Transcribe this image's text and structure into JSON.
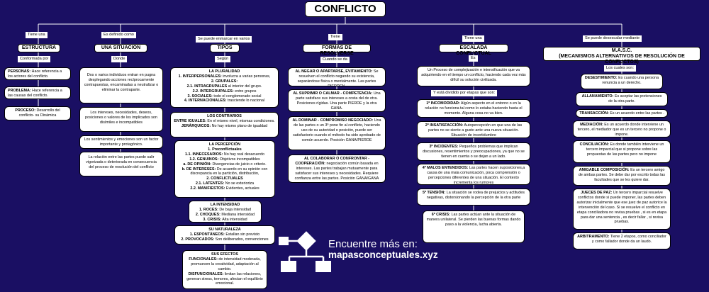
{
  "title": "CONFLICTO",
  "watermark": {
    "line1": "Encuentre más en:",
    "line2": "mapasconceptuales.xyz"
  },
  "estructura": {
    "link": "Tiene una",
    "head": "ESTRUCTURA",
    "sublink": "Conformada por",
    "items": [
      {
        "term": "PERSONAS:",
        "text": " Hace referencia a los actores del conflicto."
      },
      {
        "term": "PROBLEMA:",
        "text": " Hace referencia a las causas del conflicto."
      },
      {
        "term": "PROCESO:",
        "text": " Desarrollo del conflicto- su Dinámica"
      }
    ]
  },
  "situacion": {
    "link": "Es definido como",
    "head": "UNA SITUACION",
    "sublink": "Donde",
    "items": [
      "Dos o varios individuos entran en pugna desplegando acciones recíprocamente contrapuestas, encaminadas a neutralizar o eliminar la contraparte.",
      "Los intereses, necesidades, deseos, posiciones o valores de los implicados son disímiles e incompatibles",
      "Los sentimientos y emociones son un factor importante y protagónico.",
      "La relación entre las partes puede salir vigorizada o deteriorada en consecuencia del proceso de resolución del conflicto"
    ]
  },
  "tipos": {
    "link": "Se puede enmarcar en varios",
    "head": "TIPOS",
    "sublink": "Según",
    "pluralidad": {
      "title": "LA PLURALIDAD",
      "lines": [
        {
          "term": "1. INTERPERSONALES:",
          "text": " involucra a varias personas,"
        },
        {
          "term": "2. GRUPALES:",
          "text": ""
        },
        {
          "term": "2.1. INTRAGRUPALES",
          "text": " al interior del grupo."
        },
        {
          "term": "2.2. INTERGRUPALES:",
          "text": " entre grupos"
        },
        {
          "term": "3. SOCIALES:",
          "text": " todo el conglomerado social"
        },
        {
          "term": "4. INTERNACIONALES:",
          "text": " trasciende lo nacional"
        }
      ]
    },
    "contrarios": {
      "title": "LOS CONTRARIOS",
      "lines": [
        {
          "term": "ENTRE IGUALES:",
          "text": " En el mismo nivel, mismas condiciones."
        },
        {
          "term": "JERÁRQUICOS:",
          "text": " No hay mismo plano de igualdad"
        }
      ]
    },
    "percepcion": {
      "title": "LA PERCEPCIÓN",
      "lines": [
        {
          "term": "1. Preconflictuales",
          "text": ""
        },
        {
          "term": "1.1. INNECESARIOS:",
          "text": " No hay real desacuerdo"
        },
        {
          "term": "1.2. GENUINOS:",
          "text": " Objetivos incompatibles"
        },
        {
          "term": "a. DE OPINIÓN:",
          "text": " Divergencias de juicio o criterio."
        },
        {
          "term": "b. DE INTERESES:",
          "text": " De acuerdo en su opinión con discrepancia en la partición, distribución,"
        },
        {
          "term": "2. CONFLICTUALES",
          "text": ""
        },
        {
          "term": "2.1. LATENTES:",
          "text": " No se exterioriza"
        },
        {
          "term": "2.2. MANIFIESTOS:",
          "text": " Evidentes, actuales"
        }
      ]
    },
    "intensidad": {
      "title": "LA INTENSIDAD",
      "lines": [
        {
          "term": "1. ROCES:",
          "text": " De baja intensidad"
        },
        {
          "term": "2. CHOQUES:",
          "text": " Mediana intensidad"
        },
        {
          "term": "3. CRISIS:",
          "text": " Alta intensidad"
        }
      ]
    },
    "naturaleza": {
      "title": "SU NATURALEZA",
      "lines": [
        {
          "term": "1. ESPONTÁNEOS:",
          "text": " Estallan sin previsto"
        },
        {
          "term": "2. PROVOCADOS:",
          "text": " Son deliberados, convenciones"
        }
      ]
    },
    "efectos": {
      "title": "SUS EFECTOS",
      "lines": [
        {
          "term": "FUNCIONALES:",
          "text": " de intensidad moderada, promueven la creatividad, adaptación al cambio."
        },
        {
          "term": "DISFUNCIONALES:",
          "text": " limitan las relaciones, generan stress, temores, afectan el equilibrio emocional."
        }
      ]
    }
  },
  "formas": {
    "link": "Tiene",
    "head": "FORMAS DE RESOLVERSE",
    "sublink": "Cuando se da",
    "items": [
      {
        "term": "AL NEGAR O APARTARSE, EVITAMIENTO:",
        "text": " Se resuelven el conflicto negando su existencia, separándose física o mentalmente. Las partes PIERDEN."
      },
      {
        "term": "AL SUPRIMIR O CALMAR - COMPETENCIA:",
        "text": " Una parte satisface sus intereses a costa del de otra. Posiciones rígidas. Una parte PIERDE y la otra GANA."
      },
      {
        "term": "AL DOMINAR - COMPROMISO NEGOCIADO:",
        "text": " Una de las partes o un 3º pone fin al conflicto, haciendo uso de su autoridad o posición, puede ser satisfactorio cuando el método ha sido aprobado de común acuerdo. Posición GANA/PIERDE"
      },
      {
        "term": "AL COLABORAR O CONFRONTAR - COOPERACIÓN:",
        "text": " negociación común basada en intereses. Las partes trabajan mutuamente para satisfacer sus intereses y necesidades. Requiere confianza entre las partes. Posición GANA/GANA"
      }
    ]
  },
  "escalada": {
    "link": "Tiene una",
    "head": "ESCALADA CONFLICTUAL",
    "sublink": "Es",
    "intro": "Un Proceso de complejización e intensificación que va adquiriendo en el tiempo un conflicto, haciendo cada vez más difícil su solución civilizada.",
    "sublink2": "Y está dividido por etapas que son:",
    "items": [
      {
        "term": "1º INCOMODIDAD:",
        "text": " Algún aspecto en el entorno o en la relación no funciona tal como lo estaba haciendo hasta el momento. Alguna cosa no va bien."
      },
      {
        "term": "2º INSATISFACCIÓN:",
        "text": " Autopercepción en que una de las partes no se siente a gusto ante una nueva situación. Situación de incertidumbre"
      },
      {
        "term": "3º INCIDENTES:",
        "text": " Pequeños problemas que implican discusiones, resentimientos y preocupaciones, ya que no se tienen en cuenta o se dejan a un lado."
      },
      {
        "term": "4º MALOS ENTENDIDOS:",
        "text": " Las partes hacen suposiciones,a causa de una mala comunicación, poca comprensión o percepciones diferentes de una situación. El contexto incrementa los rumores"
      },
      {
        "term": "5º TENSIÓN:",
        "text": " La situación se rodea de prejuicios y actitudes negativas, distorsionando la percepción de la otra parte"
      },
      {
        "term": "6º CRISIS:",
        "text": " Las partes actúan ante la situación de manera unilateral. Se pierden las buenas formas dando paso a la violencia, lucha abierta."
      }
    ]
  },
  "masc": {
    "link": "Se puede desescalar mediante",
    "head_line1": "M.A.S.C.",
    "head_line2": "(MECANISMOS ALTERNATIVOS DE RESOLUCIÓN DE CONFLICTOS)",
    "sublink": "Los cuales son:",
    "items": [
      {
        "term": "DESESTIMIENTO:",
        "text": " Es cuando una persona renuncia a un derecho."
      },
      {
        "term": "ALLANAMIENTO:",
        "text": " Es aceptar las pretensiones de la otra parte."
      },
      {
        "term": "TRANSACCIÓN:",
        "text": " Es un acuerdo entre las partes ."
      },
      {
        "term": "MEDIACIÓN:",
        "text": " Es un acuerdo donde interviene un tercero, el mediador que es un tercero no propone o impone."
      },
      {
        "term": "CONCILIACIÓN:",
        "text": " Es donde también interviene un tercero imparcial que si propone sobre las propuestas de las partes pero no impone"
      },
      {
        "term": "AMIGABLE COMPOSICIÓN:",
        "text": " Es un tercero amigo de ambas partes. Se debe dar por escrito todas las facultades que se les quiere dar."
      },
      {
        "term": "JUECES DE PAZ:",
        "text": " Un tercero imparcial resuelve conflictos donde si puede imponer, las partes deben autorizar inicialmente que ese juez de paz autorice la intervención del caso. Si se resuelve el conflicto en etapa conciliadora no revisa pruebas , si es en etapa para dar una sentencia , es decir fallar , si revisa pruebas."
      },
      {
        "term": "ARBITRAMENTO:",
        "text": " Tiene 2 etapos, como conciliador y como fallador donde da un laudo."
      }
    ]
  }
}
